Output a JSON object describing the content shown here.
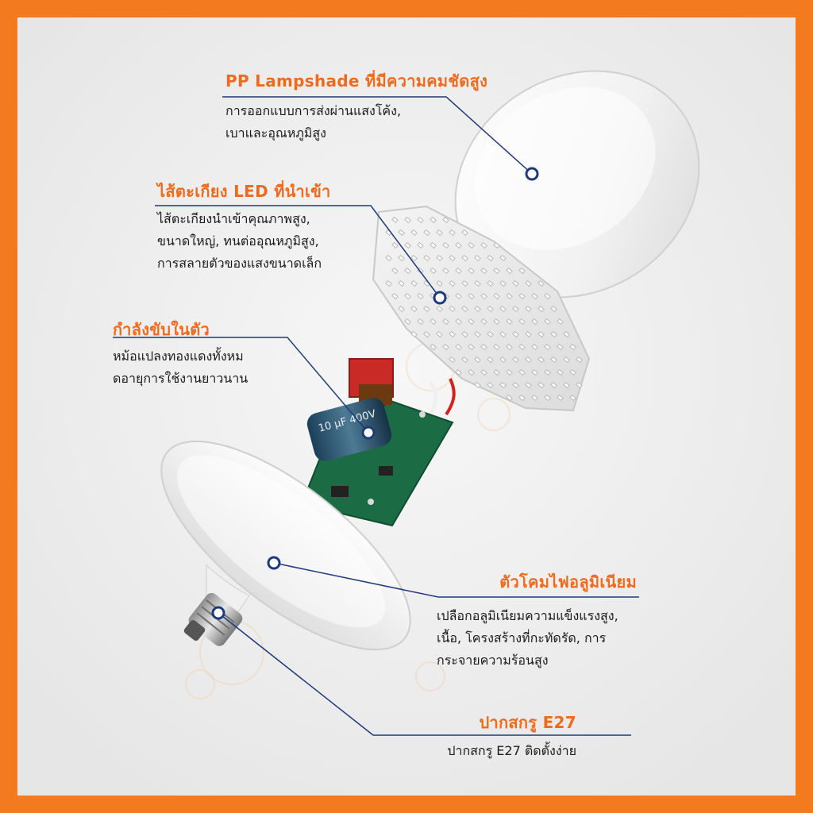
{
  "brand_colors": {
    "border": "#f47a20",
    "title": "#ef6a1c",
    "leader_line": "#1f3a7a"
  },
  "callouts": {
    "lampshade": {
      "title": "PP Lampshade ที่มีความคมชัดสูง",
      "desc": "การออกแบบการส่งผ่านแสงโค้ง,\n เบาและอุณหภูมิสูง"
    },
    "led_board": {
      "title": "ไส้ตะเกียง LED ที่นำเข้า",
      "desc": "ไส้ตะเกียงนำเข้าคุณภาพสูง,\nขนาดใหญ่, ทนต่ออุณหภูมิสูง,\nการสลายตัวของแสงขนาดเล็ก"
    },
    "driver": {
      "title": "กำลังขับในตัว",
      "desc": "หม้อแปลงทองแดงทั้งหม\nดอายุการใช้งานยาวนาน"
    },
    "aluminum_body": {
      "title": "ตัวโคมไฟอลูมิเนียม",
      "desc": "เปลือกอลูมิเนียมความแข็งแรงสูง,\nเนื้อ, โครงสร้างที่กะทัดรัด, การ\nกระจายความร้อนสูง"
    },
    "screw_base": {
      "title": "ปากสกรู E27",
      "desc": "ปากสกรู E27 ติดตั้งง่าย"
    }
  },
  "capacitor_marking": "10 μF 400V",
  "icons": [
    "callout-dot-icon"
  ]
}
